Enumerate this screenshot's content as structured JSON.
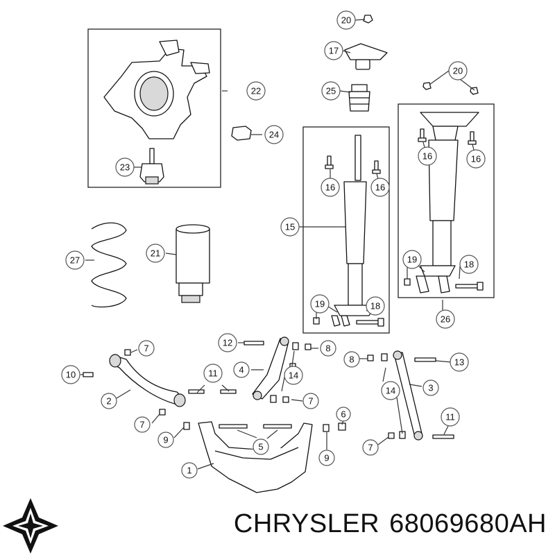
{
  "callouts": [
    {
      "id": "c20a",
      "label": "20"
    },
    {
      "id": "c17",
      "label": "17"
    },
    {
      "id": "c20b",
      "label": "20"
    },
    {
      "id": "c25",
      "label": "25"
    },
    {
      "id": "c22",
      "label": "22"
    },
    {
      "id": "c24",
      "label": "24"
    },
    {
      "id": "c23",
      "label": "23"
    },
    {
      "id": "c16a",
      "label": "16"
    },
    {
      "id": "c16b",
      "label": "16"
    },
    {
      "id": "c16c",
      "label": "16"
    },
    {
      "id": "c16d",
      "label": "16"
    },
    {
      "id": "c15",
      "label": "15"
    },
    {
      "id": "c19a",
      "label": "19"
    },
    {
      "id": "c18a",
      "label": "18"
    },
    {
      "id": "c19b",
      "label": "19"
    },
    {
      "id": "c18b",
      "label": "18"
    },
    {
      "id": "c26",
      "label": "26"
    },
    {
      "id": "c27",
      "label": "27"
    },
    {
      "id": "c21",
      "label": "21"
    },
    {
      "id": "c7a",
      "label": "7"
    },
    {
      "id": "c10",
      "label": "10"
    },
    {
      "id": "c2",
      "label": "2"
    },
    {
      "id": "c7b",
      "label": "7"
    },
    {
      "id": "c9a",
      "label": "9"
    },
    {
      "id": "c11a",
      "label": "11"
    },
    {
      "id": "c12",
      "label": "12"
    },
    {
      "id": "c8a",
      "label": "8"
    },
    {
      "id": "c4",
      "label": "4"
    },
    {
      "id": "c14a",
      "label": "14"
    },
    {
      "id": "c7c",
      "label": "7"
    },
    {
      "id": "c5",
      "label": "5"
    },
    {
      "id": "c6",
      "label": "6"
    },
    {
      "id": "c9b",
      "label": "9"
    },
    {
      "id": "c1",
      "label": "1"
    },
    {
      "id": "c8b",
      "label": "8"
    },
    {
      "id": "c13",
      "label": "13"
    },
    {
      "id": "c3",
      "label": "3"
    },
    {
      "id": "c14b",
      "label": "14"
    },
    {
      "id": "c11b",
      "label": "11"
    },
    {
      "id": "c7d",
      "label": "7"
    }
  ],
  "brand": {
    "name": "CHRYSLER",
    "part_number": "68069680AH",
    "logo_icon": "pentastar-icon"
  }
}
